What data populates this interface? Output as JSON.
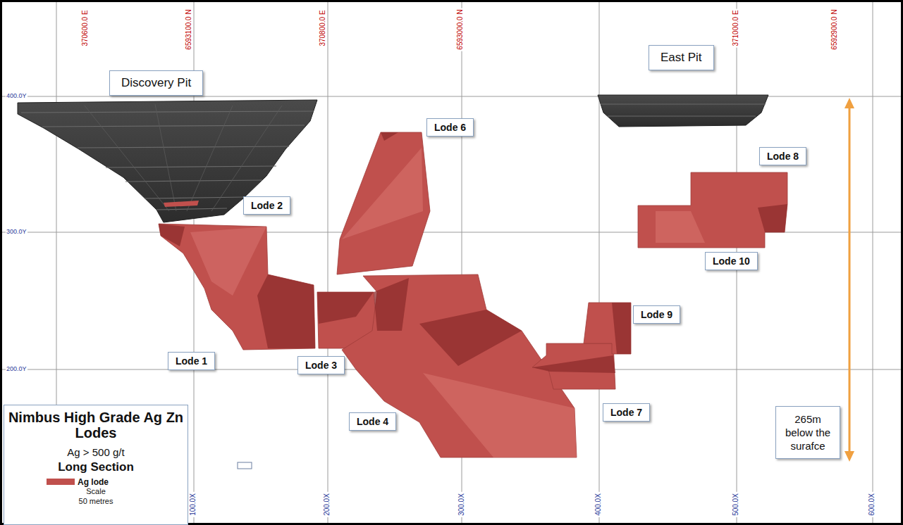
{
  "diagram": {
    "nodes": [
      {
        "text": [
          "Discovery Pit"
        ]
      },
      {
        "text": [
          "East Pit"
        ]
      },
      {
        "text": [
          "Lode 6"
        ]
      },
      {
        "text": [
          "Lode 2"
        ]
      },
      {
        "text": [
          "Lode 8"
        ]
      },
      {
        "text": [
          "Lode 10"
        ]
      },
      {
        "text": [
          "Lode 9"
        ]
      },
      {
        "text": [
          "Lode 1"
        ]
      },
      {
        "text": [
          "Lode 3"
        ]
      },
      {
        "text": [
          "Lode 7"
        ]
      },
      {
        "text": [
          "Lode 4"
        ]
      },
      {
        "text": [
          "265m below the surafce"
        ]
      },
      {
        "text": [
          "Nimbus High Grade Ag Zn Lodes",
          "Ag > 500 g/t",
          "Long Section",
          "Scale",
          "50 metres"
        ]
      }
    ],
    "labels": [
      "370600.0 E",
      "6593100.0 N",
      "370800.0 E",
      "6593000.0 N",
      "371000.0 E",
      "6592900.0 N",
      "400.0Y",
      "300.0Y",
      "200.0Y",
      "100.0X",
      "200.0X",
      "300.0X",
      "400.0X",
      "500.0X",
      "600.0X"
    ],
    "legend": [
      {
        "text": "Ag lode",
        "color": "#c0504d"
      }
    ]
  }
}
